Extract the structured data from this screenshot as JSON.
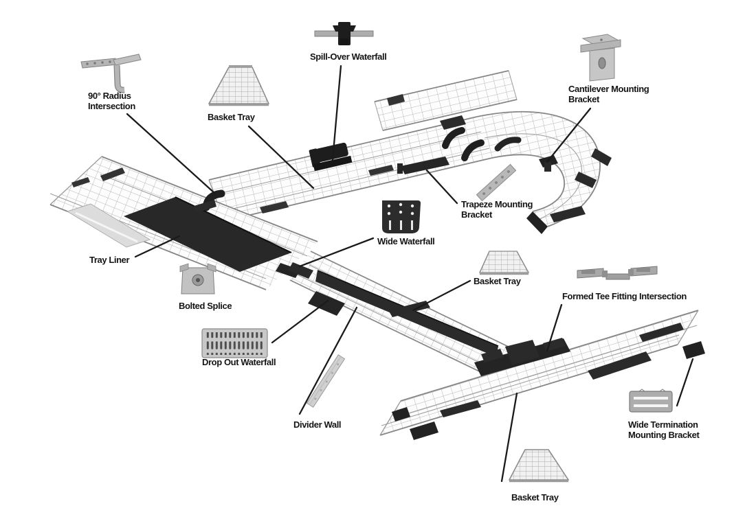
{
  "diagram": {
    "name": "Wire basket cable tray system component diagram",
    "colors": {
      "background": "#ffffff",
      "label_ink": "#141414",
      "leader_ink": "#1a1a1a",
      "mesh_wire": "#b5b5b5",
      "rail_gray": "#8a8a8a",
      "fitting_dark": "#232323",
      "liner_dark": "#282828",
      "thumbnail_gray": "#b5b5b5",
      "plate_light": "#dcdcdc"
    },
    "labels": {
      "radius_intersection": {
        "l1": "90° Radius",
        "l2": "Intersection"
      },
      "basket_tray_top": {
        "l1": "Basket Tray"
      },
      "spill_over_waterfall": {
        "l1": "Spill-Over Waterfall"
      },
      "cantilever_bracket": {
        "l1": "Cantilever Mounting",
        "l2": "Bracket"
      },
      "trapeze_bracket": {
        "l1": "Trapeze Mounting",
        "l2": "Bracket"
      },
      "wide_waterfall": {
        "l1": "Wide Waterfall"
      },
      "tray_liner": {
        "l1": "Tray Liner"
      },
      "bolted_splice": {
        "l1": "Bolted Splice"
      },
      "basket_tray_mid": {
        "l1": "Basket Tray"
      },
      "formed_tee": {
        "l1": "Formed Tee Fitting Intersection"
      },
      "drop_out_waterfall": {
        "l1": "Drop Out Waterfall"
      },
      "divider_wall": {
        "l1": "Divider Wall"
      },
      "wide_termination": {
        "l1": "Wide Termination",
        "l2": "Mounting Bracket"
      },
      "basket_tray_bottom": {
        "l1": "Basket Tray"
      }
    }
  }
}
